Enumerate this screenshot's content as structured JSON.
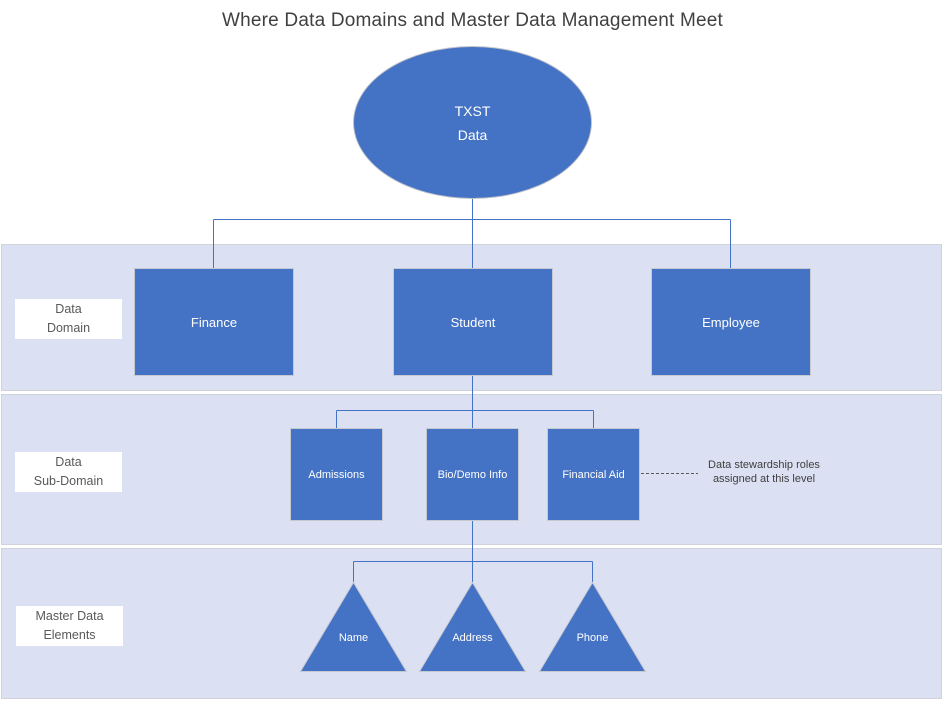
{
  "title": "Where Data Domains and Master Data Management Meet",
  "root_node": {
    "line1": "TXST",
    "line2": "Data"
  },
  "bands": {
    "domain": {
      "label": {
        "line1": "Data",
        "line2": "Domain"
      },
      "nodes": {
        "finance": "Finance",
        "student": "Student",
        "employee": "Employee"
      }
    },
    "sub_domain": {
      "label": {
        "line1": "Data",
        "line2": "Sub-Domain"
      },
      "nodes": {
        "admissions": "Admissions",
        "bio_demo": "Bio/Demo Info",
        "financial_aid": "Financial Aid"
      },
      "annotation": {
        "line1": "Data stewardship roles",
        "line2": "assigned at this level"
      }
    },
    "elements": {
      "label": {
        "line1": "Master Data",
        "line2": "Elements"
      },
      "nodes": {
        "name": "Name",
        "address": "Address",
        "phone": "Phone"
      }
    }
  },
  "colors": {
    "shape_fill": "#4472C4",
    "shape_border": "#c7c9d0",
    "band_fill": "#dbe0f2",
    "band_border": "#d1d3da",
    "connector_line": "#4472C4",
    "annotation_dash": "#595959",
    "title_text": "#404040",
    "row_label_text": "#595959",
    "node_text": "#ffffff"
  }
}
